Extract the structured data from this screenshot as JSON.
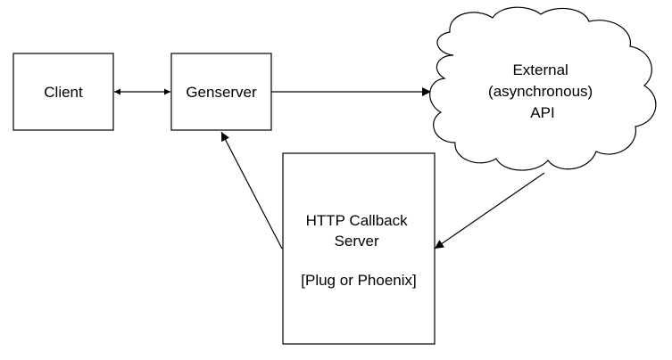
{
  "diagram": {
    "colors": {
      "stroke": "#000000",
      "fill": "#ffffff",
      "text": "#000000"
    },
    "nodes": {
      "client": {
        "label": "Client"
      },
      "genserver": {
        "label": "Genserver"
      },
      "external_api": {
        "shape": "cloud",
        "lines": [
          "External",
          "(asynchronous)",
          "API"
        ]
      },
      "callback_server": {
        "lines": [
          "HTTP Callback",
          "Server",
          "",
          "[Plug or Phoenix]"
        ]
      }
    },
    "edges": [
      {
        "from": "client",
        "to": "genserver",
        "direction": "both"
      },
      {
        "from": "genserver",
        "to": "external_api",
        "direction": "forward"
      },
      {
        "from": "external_api",
        "to": "callback_server",
        "direction": "forward"
      },
      {
        "from": "callback_server",
        "to": "genserver",
        "direction": "forward"
      }
    ]
  }
}
